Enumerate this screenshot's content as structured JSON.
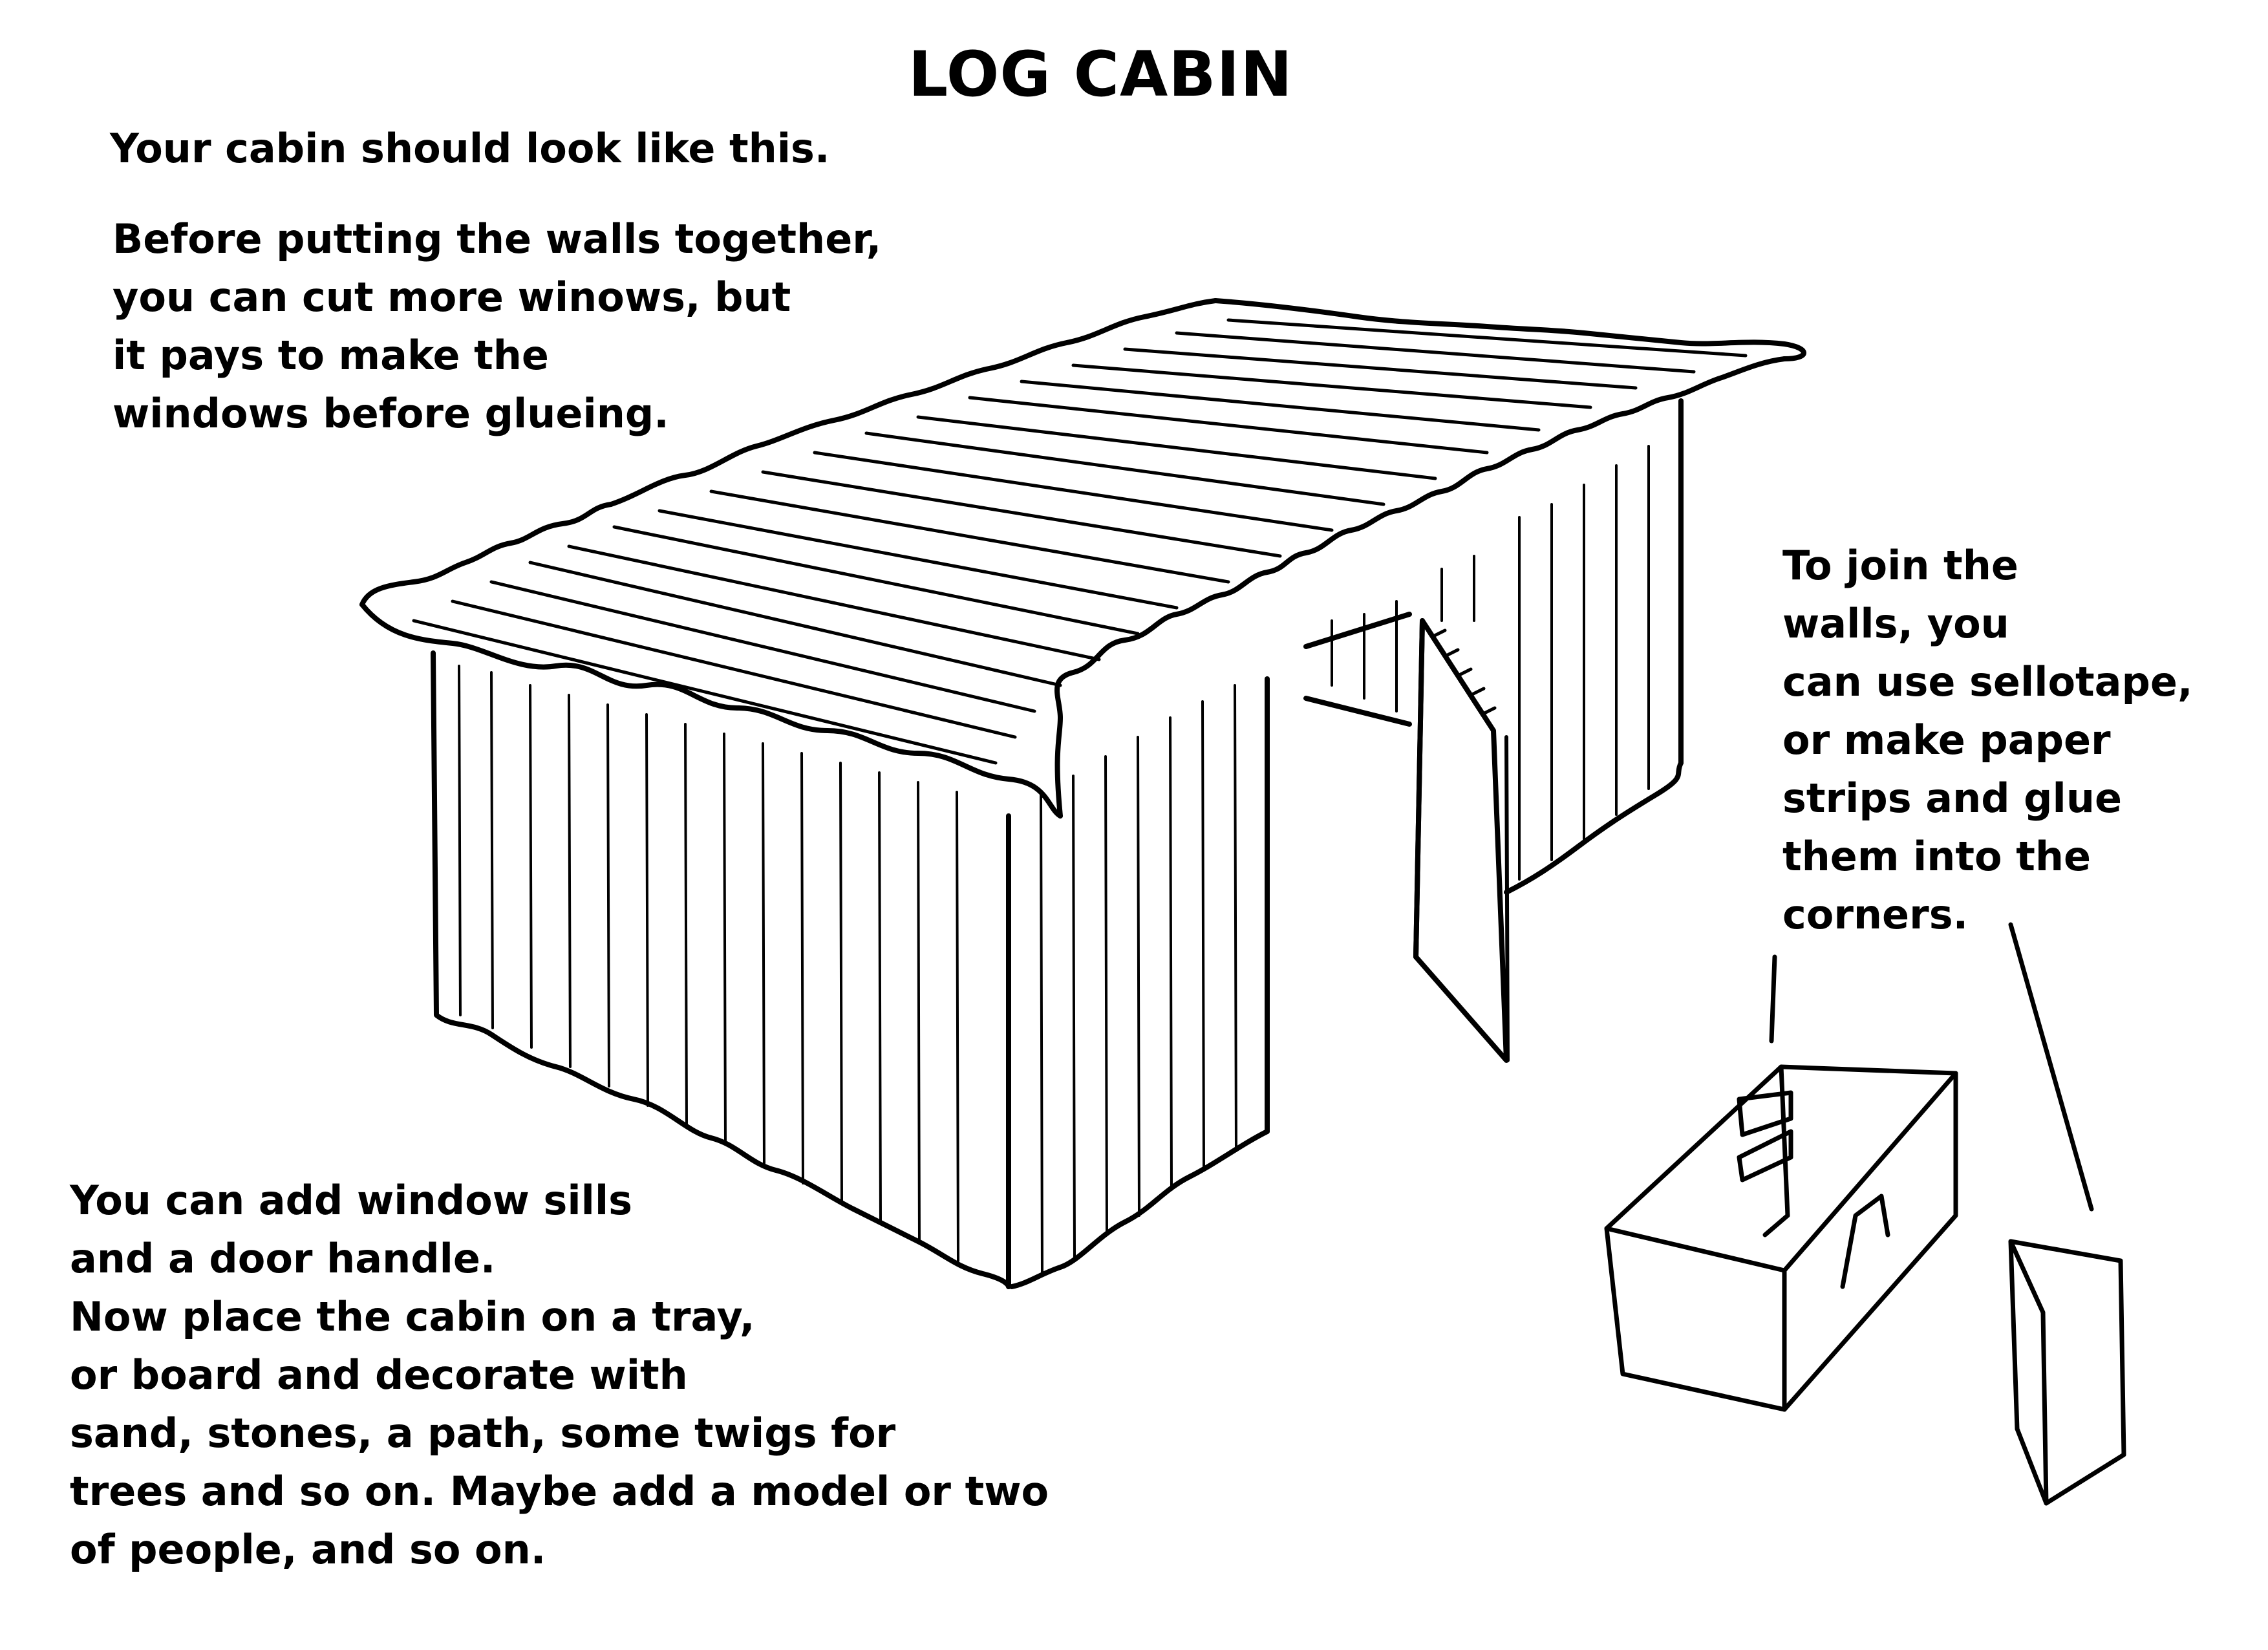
{
  "title": "LOG CABIN",
  "intro": "Your cabin should look like this.",
  "tips": {
    "before_walls": [
      "Before putting the walls together,",
      "you can cut more winows, but",
      "it pays to make the",
      "windows before glueing."
    ],
    "decorate": [
      "You can add window sills",
      "and a door handle.",
      "Now place the cabin on a tray,",
      "or board and decorate with",
      "sand, stones, a path, some twigs for",
      "trees and so on. Maybe add a model or two",
      "of people, and so on."
    ],
    "join_walls": [
      "To join the",
      "walls, you",
      "can use sellotape,",
      "or make paper",
      "strips and glue",
      "them into the",
      "corners."
    ]
  }
}
